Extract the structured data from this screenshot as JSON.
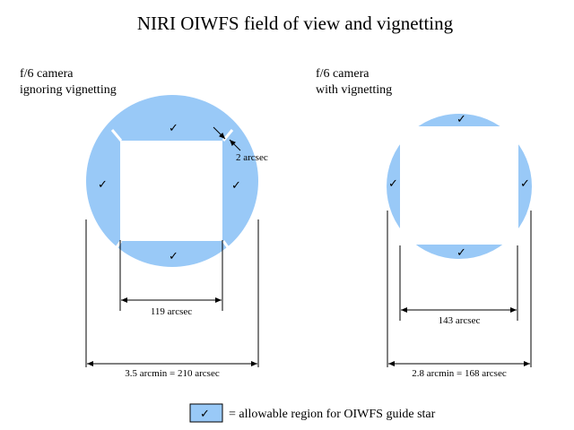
{
  "title": "NIRI OIWFS field of view and vignetting",
  "left_panel": {
    "label_line1": "f/6 camera",
    "label_line2": "ignoring vignetting",
    "probe_annotation": "2 arcsec",
    "inner_dimension": "119 arcsec",
    "outer_dimension": "3.5 arcmin = 210 arcsec"
  },
  "right_panel": {
    "label_line1": "f/6 camera",
    "label_line2": "with vignetting",
    "inner_dimension": "143 arcsec",
    "outer_dimension": "2.8 arcmin = 168 arcsec"
  },
  "legend": {
    "text": "= allowable region for OIWFS guide star"
  },
  "check_glyph": "✓",
  "colors": {
    "allowable_region": "#99c9f7",
    "lines": "#000000",
    "background": "#ffffff"
  }
}
